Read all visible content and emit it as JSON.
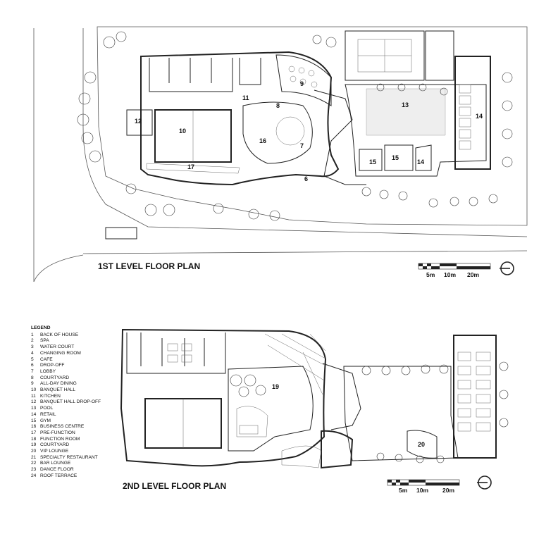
{
  "plans": {
    "level1_title": "1ST LEVEL FLOOR PLAN",
    "level2_title": "2ND LEVEL FLOOR PLAN"
  },
  "scale_bar": {
    "label_5": "5m",
    "label_10": "10m",
    "label_20": "20m"
  },
  "legend": {
    "title": "LEGEND",
    "items": [
      {
        "num": "1",
        "label": "BACK OF HOUSE"
      },
      {
        "num": "2",
        "label": "SPA"
      },
      {
        "num": "3",
        "label": "WATER COURT"
      },
      {
        "num": "4",
        "label": "CHANGING ROOM"
      },
      {
        "num": "5",
        "label": "CAFE"
      },
      {
        "num": "6",
        "label": "DROP-OFF"
      },
      {
        "num": "7",
        "label": "LOBBY"
      },
      {
        "num": "8",
        "label": "COURTYARD"
      },
      {
        "num": "9",
        "label": "ALL-DAY DINING"
      },
      {
        "num": "10",
        "label": "BANQUET HALL"
      },
      {
        "num": "11",
        "label": "KITCHEN"
      },
      {
        "num": "12",
        "label": "BANQUET HALL DROP-OFF"
      },
      {
        "num": "13",
        "label": "POOL"
      },
      {
        "num": "14",
        "label": "RETAIL"
      },
      {
        "num": "15",
        "label": "GYM"
      },
      {
        "num": "16",
        "label": "BUSINESS CENTRE"
      },
      {
        "num": "17",
        "label": "PRE-FUNCTION"
      },
      {
        "num": "18",
        "label": "FUNCTION ROOM"
      },
      {
        "num": "19",
        "label": "COURTYARD"
      },
      {
        "num": "20",
        "label": "VIP LOUNGE"
      },
      {
        "num": "21",
        "label": "SPECIALTY RESTAURANT"
      },
      {
        "num": "22",
        "label": "BAR LOUNGE"
      },
      {
        "num": "23",
        "label": "DANCE FLOOR"
      },
      {
        "num": "24",
        "label": "ROOF TERRACE"
      }
    ]
  },
  "room_labels_l1": {
    "r6": "6",
    "r7": "7",
    "r8": "8",
    "r9": "9",
    "r10": "10",
    "r11": "11",
    "r12": "12",
    "r13": "13",
    "r14a": "14",
    "r14b": "14",
    "r15a": "15",
    "r15b": "15",
    "r16": "16",
    "r17": "17"
  },
  "room_labels_l2": {
    "r19": "19",
    "r20": "20"
  }
}
